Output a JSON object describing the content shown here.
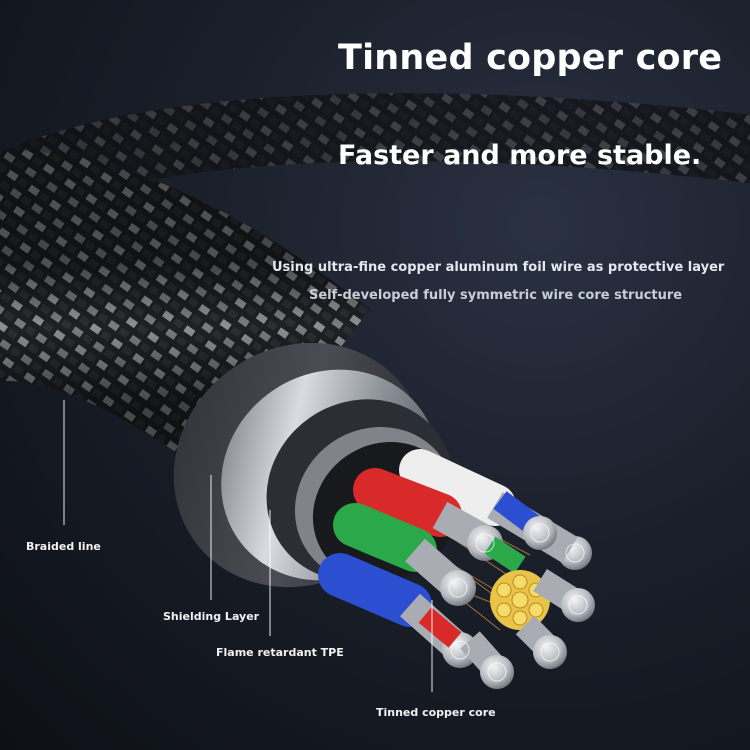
{
  "headline": {
    "title": "Tinned copper core",
    "subtitle": "Faster and more stable."
  },
  "description": {
    "line1": "Using ultra-fine copper aluminum foil wire as protective layer",
    "line2": "Self-developed fully symmetric wire core structure"
  },
  "labels": {
    "braided": "Braided line",
    "shielding": "Shielding Layer",
    "flame": "Flame retardant TPE",
    "core": "Tinned copper core"
  },
  "colors": {
    "background": "#1a1f2a",
    "wire_white": "#eeeeee",
    "wire_red": "#d92a2a",
    "wire_green": "#2aa84a",
    "wire_blue": "#2c4fd1",
    "copper": "#c98a3a",
    "tinned_core": "#e9c44a"
  }
}
